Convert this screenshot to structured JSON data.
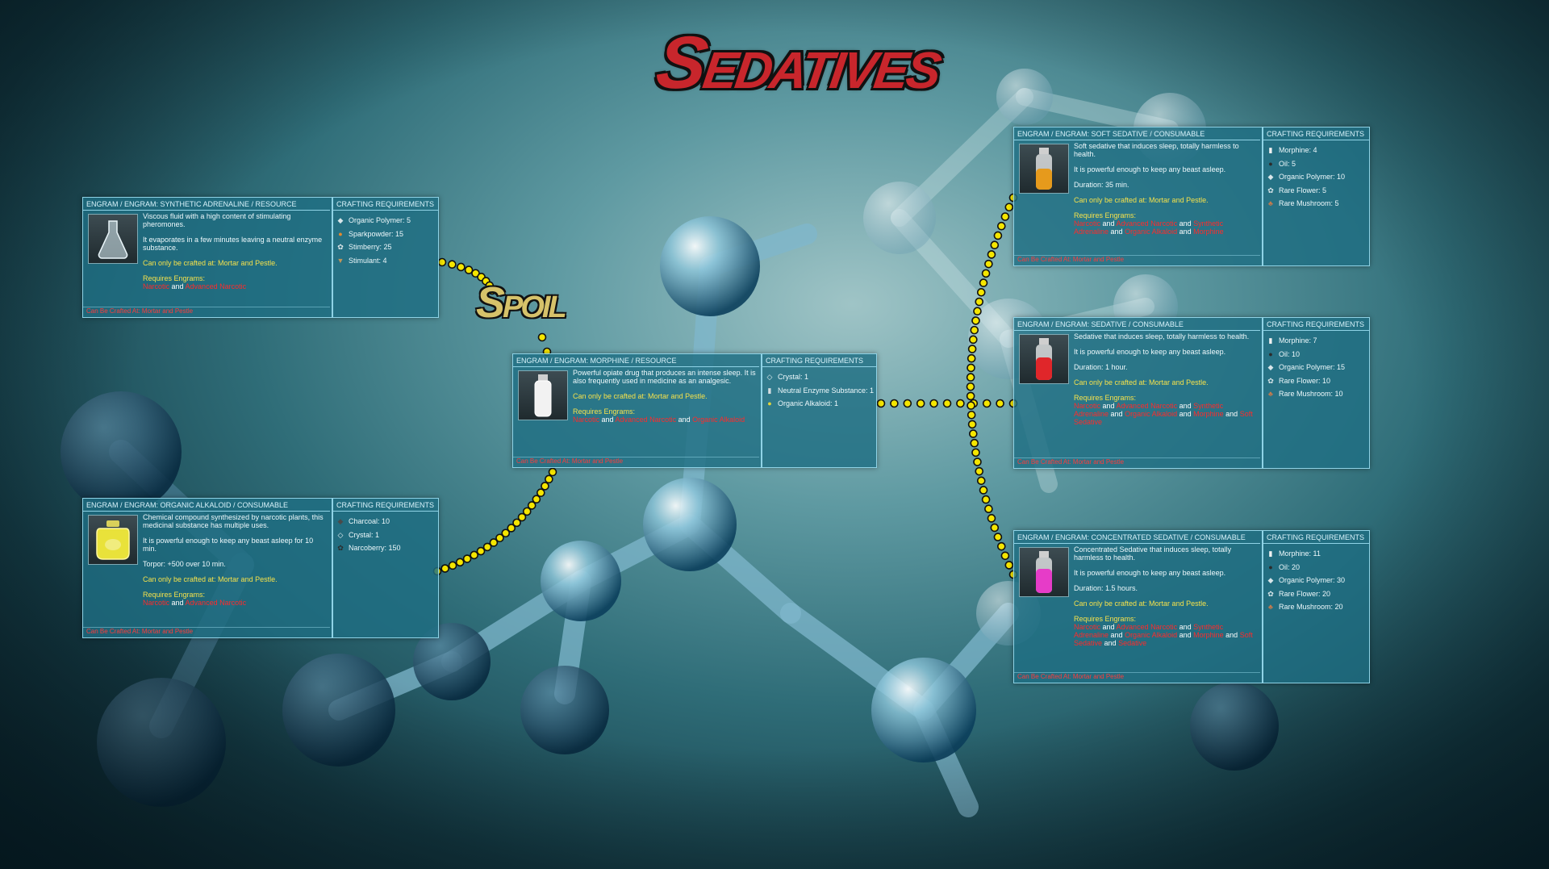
{
  "page": {
    "title": "Sedatives",
    "spoil_label": "Spoil"
  },
  "cards": {
    "adrenaline": {
      "header": "ENGRAM / ENGRAM: SYNTHETIC ADRENALINE / RESOURCE",
      "req_header": "CRAFTING REQUIREMENTS",
      "desc1": "Viscous fluid with a high content of stimulating pheromones.",
      "desc2": "It evaporates in a few minutes leaving a neutral enzyme substance.",
      "craft": "Can only be crafted at: Mortar and Pestle.",
      "req_label": "Requires Engrams:",
      "engrams": [
        {
          "text": "Narcotic",
          "red": true
        },
        {
          "text": " and ",
          "red": false
        },
        {
          "text": "Advanced Narcotic",
          "red": true
        }
      ],
      "footer": "Can Be Crafted At: Mortar and Pestle",
      "bottle_color": "#cfe3ea",
      "items": [
        {
          "icon": "polymer-icon",
          "glyph": "◆",
          "color": "#d9e6ea",
          "label": "Organic Polymer: 5"
        },
        {
          "icon": "sparkpowder-icon",
          "glyph": "●",
          "color": "#e58a2c",
          "label": "Sparkpowder: 15"
        },
        {
          "icon": "stimberry-icon",
          "glyph": "✿",
          "color": "#dfe7ea",
          "label": "Stimberry: 25"
        },
        {
          "icon": "stimulant-icon",
          "glyph": "▼",
          "color": "#c0955a",
          "label": "Stimulant: 4"
        }
      ]
    },
    "alkaloid": {
      "header": "ENGRAM / ENGRAM: ORGANIC ALKALOID / CONSUMABLE",
      "req_header": "CRAFTING REQUIREMENTS",
      "desc1": "Chemical compound synthesized by narcotic plants, this medicinal substance has multiple uses.",
      "desc2": "It is powerful enough to keep any beast asleep for 10 min.",
      "desc3": "Torpor: +500 over 10 min.",
      "craft": "Can only be crafted at: Mortar and Pestle.",
      "req_label": "Requires Engrams:",
      "engrams": [
        {
          "text": "Narcotic",
          "red": true
        },
        {
          "text": " and ",
          "red": false
        },
        {
          "text": "Advanced Narcotic",
          "red": true
        }
      ],
      "footer": "Can Be Crafted At: Mortar and Pestle",
      "bottle_color": "#e9e23a",
      "items": [
        {
          "icon": "charcoal-icon",
          "glyph": "◆",
          "color": "#4a4a4a",
          "label": "Charcoal: 10"
        },
        {
          "icon": "crystal-icon",
          "glyph": "◇",
          "color": "#e8f2f5",
          "label": "Crystal: 1"
        },
        {
          "icon": "narcoberry-icon",
          "glyph": "✿",
          "color": "#2b2b2b",
          "label": "Narcoberry: 150"
        }
      ]
    },
    "morphine": {
      "header": "ENGRAM / ENGRAM: MORPHINE / RESOURCE",
      "req_header": "CRAFTING REQUIREMENTS",
      "desc1": "Powerful opiate drug that produces an intense sleep. It is also frequently used in medicine as an analgesic.",
      "craft": "Can only be crafted at: Mortar and Pestle.",
      "req_label": "Requires Engrams:",
      "engrams": [
        {
          "text": "Narcotic",
          "red": true
        },
        {
          "text": " and ",
          "red": false
        },
        {
          "text": "Advanced Narcotic",
          "red": true
        },
        {
          "text": " and ",
          "red": false
        },
        {
          "text": "Organic Alkaloid",
          "red": true
        }
      ],
      "footer": "Can Be Crafted At: Mortar and Pestle",
      "bottle_color": "#f2f2f2",
      "items": [
        {
          "icon": "crystal-icon",
          "glyph": "◇",
          "color": "#e8f2f5",
          "label": "Crystal: 1"
        },
        {
          "icon": "enzyme-icon",
          "glyph": "▮",
          "color": "#d6dde0",
          "label": "Neutral Enzyme Substance: 1"
        },
        {
          "icon": "alkaloid-icon",
          "glyph": "●",
          "color": "#e2d53a",
          "label": "Organic Alkaloid: 1"
        }
      ]
    },
    "soft": {
      "header": "ENGRAM / ENGRAM: SOFT SEDATIVE / CONSUMABLE",
      "req_header": "CRAFTING REQUIREMENTS",
      "desc1": "Soft sedative that induces sleep, totally harmless to health.",
      "desc2": "It is powerful enough to keep any beast asleep.",
      "desc3": "Duration: 35 min.",
      "craft": "Can only be crafted at: Mortar and Pestle.",
      "req_label": "Requires Engrams:",
      "engrams": [
        {
          "text": "Narcotic",
          "red": true
        },
        {
          "text": " and ",
          "red": false
        },
        {
          "text": "Advanced Narcotic",
          "red": true
        },
        {
          "text": " and ",
          "red": false
        },
        {
          "text": "Synthetic Adrenaline",
          "red": true
        },
        {
          "text": " and ",
          "red": false
        },
        {
          "text": "Organic Alkaloid",
          "red": true
        },
        {
          "text": " and ",
          "red": false
        },
        {
          "text": "Morphine",
          "red": true
        }
      ],
      "footer": "Can Be Crafted At: Mortar and Pestle",
      "bottle_color": "#e69a1c",
      "items": [
        {
          "icon": "morphine-icon",
          "glyph": "▮",
          "color": "#f2f2f2",
          "label": "Morphine: 4"
        },
        {
          "icon": "oil-icon",
          "glyph": "●",
          "color": "#2b2b2b",
          "label": "Oil: 5"
        },
        {
          "icon": "polymer-icon",
          "glyph": "◆",
          "color": "#d9e6ea",
          "label": "Organic Polymer: 10"
        },
        {
          "icon": "rare-flower-icon",
          "glyph": "✿",
          "color": "#d9e6ea",
          "label": "Rare Flower: 5"
        },
        {
          "icon": "rare-mushroom-icon",
          "glyph": "♣",
          "color": "#c27a4e",
          "label": "Rare Mushroom: 5"
        }
      ]
    },
    "sedative": {
      "header": "ENGRAM / ENGRAM: SEDATIVE / CONSUMABLE",
      "req_header": "CRAFTING REQUIREMENTS",
      "desc1": "Sedative that induces sleep, totally harmless to health.",
      "desc2": "It is powerful enough to keep any beast asleep.",
      "desc3": "Duration: 1 hour.",
      "craft": "Can only be crafted at: Mortar and Pestle.",
      "req_label": "Requires Engrams:",
      "engrams": [
        {
          "text": "Narcotic",
          "red": true
        },
        {
          "text": " and ",
          "red": false
        },
        {
          "text": "Advanced Narcotic",
          "red": true
        },
        {
          "text": " and ",
          "red": false
        },
        {
          "text": "Synthetic Adrenaline",
          "red": true
        },
        {
          "text": " and ",
          "red": false
        },
        {
          "text": "Organic Alkaloid",
          "red": true
        },
        {
          "text": " and ",
          "red": false
        },
        {
          "text": "Morphine",
          "red": true
        },
        {
          "text": " and ",
          "red": false
        },
        {
          "text": "Soft Sedative",
          "red": true
        }
      ],
      "footer": "Can Be Crafted At: Mortar and Pestle",
      "bottle_color": "#e0262a",
      "items": [
        {
          "icon": "morphine-icon",
          "glyph": "▮",
          "color": "#f2f2f2",
          "label": "Morphine: 7"
        },
        {
          "icon": "oil-icon",
          "glyph": "●",
          "color": "#2b2b2b",
          "label": "Oil: 10"
        },
        {
          "icon": "polymer-icon",
          "glyph": "◆",
          "color": "#d9e6ea",
          "label": "Organic Polymer: 15"
        },
        {
          "icon": "rare-flower-icon",
          "glyph": "✿",
          "color": "#d9e6ea",
          "label": "Rare Flower: 10"
        },
        {
          "icon": "rare-mushroom-icon",
          "glyph": "♣",
          "color": "#c27a4e",
          "label": "Rare Mushroom: 10"
        }
      ]
    },
    "concentrated": {
      "header": "ENGRAM / ENGRAM: CONCENTRATED SEDATIVE / CONSUMABLE",
      "req_header": "CRAFTING REQUIREMENTS",
      "desc1": "Concentrated Sedative that induces sleep, totally harmless to health.",
      "desc2": "It is powerful enough to keep any beast asleep.",
      "desc3": "Duration: 1.5 hours.",
      "craft": "Can only be crafted at: Mortar and Pestle.",
      "req_label": "Requires Engrams:",
      "engrams": [
        {
          "text": "Narcotic",
          "red": true
        },
        {
          "text": " and ",
          "red": false
        },
        {
          "text": "Advanced Narcotic",
          "red": true
        },
        {
          "text": " and ",
          "red": false
        },
        {
          "text": "Synthetic Adrenaline",
          "red": true
        },
        {
          "text": " and ",
          "red": false
        },
        {
          "text": "Organic Alkaloid",
          "red": true
        },
        {
          "text": " and ",
          "red": false
        },
        {
          "text": "Morphine",
          "red": true
        },
        {
          "text": " and ",
          "red": false
        },
        {
          "text": "Soft Sedative",
          "red": true
        },
        {
          "text": " and ",
          "red": false
        },
        {
          "text": "Sedative",
          "red": true
        }
      ],
      "footer": "Can Be Crafted At: Mortar and Pestle",
      "bottle_color": "#e63cc8",
      "items": [
        {
          "icon": "morphine-icon",
          "glyph": "▮",
          "color": "#f2f2f2",
          "label": "Morphine: 11"
        },
        {
          "icon": "oil-icon",
          "glyph": "●",
          "color": "#2b2b2b",
          "label": "Oil: 20"
        },
        {
          "icon": "polymer-icon",
          "glyph": "◆",
          "color": "#d9e6ea",
          "label": "Organic Polymer: 30"
        },
        {
          "icon": "rare-flower-icon",
          "glyph": "✿",
          "color": "#d9e6ea",
          "label": "Rare Flower: 20"
        },
        {
          "icon": "rare-mushroom-icon",
          "glyph": "♣",
          "color": "#c27a4e",
          "label": "Rare Mushroom: 20"
        }
      ]
    }
  },
  "colors": {
    "link_dot": "#f5e600",
    "panel": "#1e6e82",
    "panel_border": "#8fd3e6",
    "title_red": "#c8262c"
  }
}
